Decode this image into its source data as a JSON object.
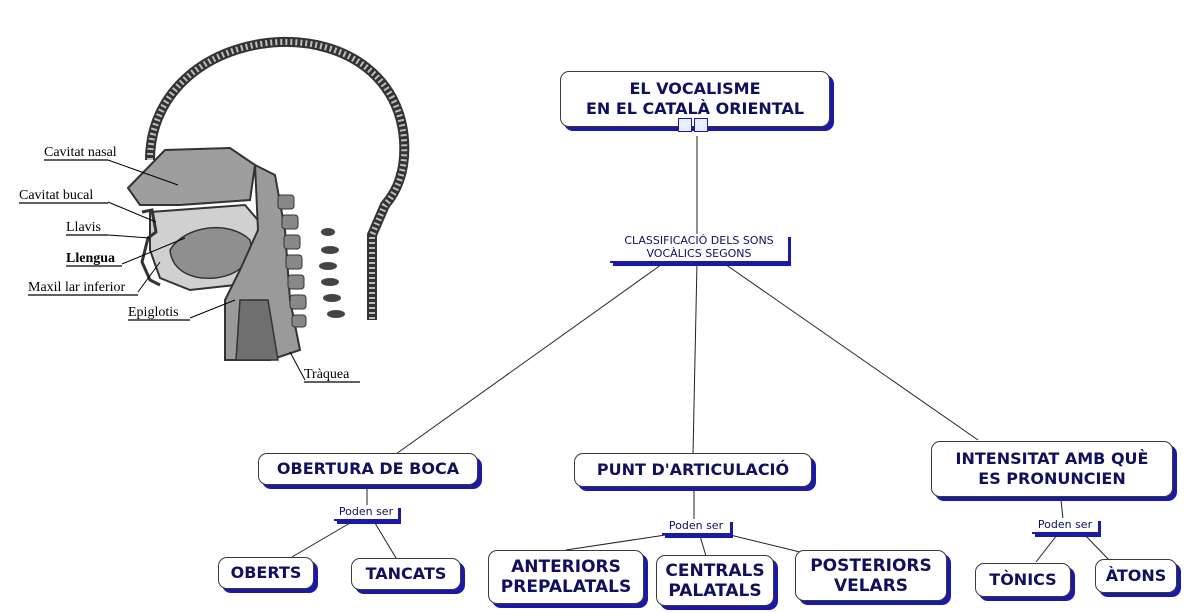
{
  "title": {
    "line1": "EL VOCALISME",
    "line2": "EN EL CATALÀ ORIENTAL"
  },
  "classification": {
    "line1": "CLASSIFICACIÓ DELS SONS",
    "line2": "VOCÀLICS SEGONS"
  },
  "categories": [
    {
      "label": "OBERTURA DE BOCA",
      "link": "Poden ser",
      "children": [
        {
          "lines": [
            "OBERTS"
          ]
        },
        {
          "lines": [
            "TANCATS"
          ]
        }
      ]
    },
    {
      "label": "PUNT D'ARTICULACIÓ",
      "link": "Poden ser",
      "children": [
        {
          "lines": [
            "ANTERIORS",
            "PREPALATALS"
          ]
        },
        {
          "lines": [
            "CENTRALS",
            "PALATALS"
          ]
        },
        {
          "lines": [
            "POSTERIORS",
            "VELARS"
          ]
        }
      ]
    },
    {
      "label_lines": [
        "INTENSITAT AMB QUÈ",
        "ES PRONUNCIEN"
      ],
      "link": "Poden ser",
      "children": [
        {
          "lines": [
            "TÒNICS"
          ]
        },
        {
          "lines": [
            "ÀTONS"
          ]
        }
      ]
    }
  ],
  "anatomy_labels": {
    "nasal": "Cavitat nasal",
    "bucal": "Cavitat bucal",
    "llavis": "Llavis",
    "llengua": "Llengua",
    "maxil": "Maxil lar inferior",
    "epiglotis": "Epiglotis",
    "traquea": "Tràquea"
  },
  "colors": {
    "node_text": "#10105e",
    "shadow": "#1a1aa6"
  }
}
